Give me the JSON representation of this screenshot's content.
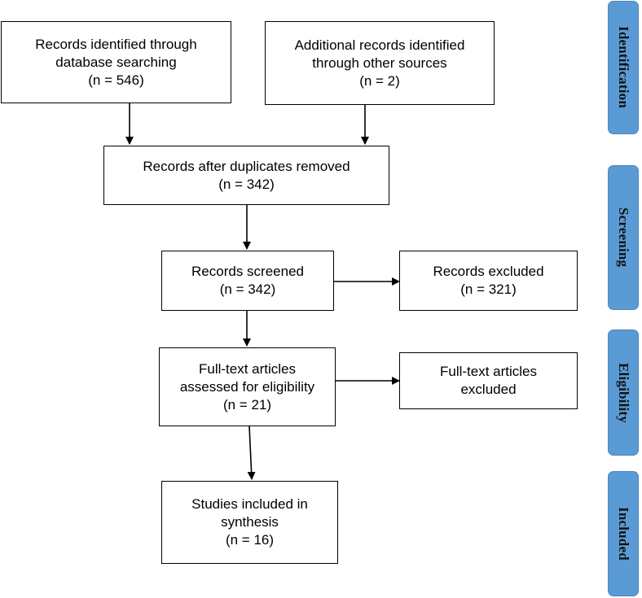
{
  "boxes": {
    "identified_db": {
      "lines": [
        "Records identified through",
        "database searching",
        "(n = 546)"
      ]
    },
    "identified_other": {
      "lines": [
        "Additional records identified",
        "through other sources",
        "(n = 2)"
      ]
    },
    "after_duplicates": {
      "lines": [
        "Records after duplicates removed",
        "(n = 342)"
      ]
    },
    "screened": {
      "lines": [
        "Records screened",
        "(n = 342)"
      ]
    },
    "excluded": {
      "lines": [
        "Records excluded",
        "(n = 321)"
      ]
    },
    "fulltext_assessed": {
      "lines": [
        "Full-text articles",
        "assessed for eligibility",
        "(n = 21)"
      ]
    },
    "fulltext_excluded": {
      "lines": [
        "Full-text articles",
        "excluded"
      ]
    },
    "included": {
      "lines": [
        "Studies included in",
        "synthesis",
        "(n = 16)"
      ]
    }
  },
  "stages": {
    "identification": "Identification",
    "screening": "Screening",
    "eligibility": "Eligibility",
    "included": "Included"
  },
  "colors": {
    "stage_fill": "#5b9bd5",
    "box_border": "#000000",
    "arrow": "#000000"
  }
}
